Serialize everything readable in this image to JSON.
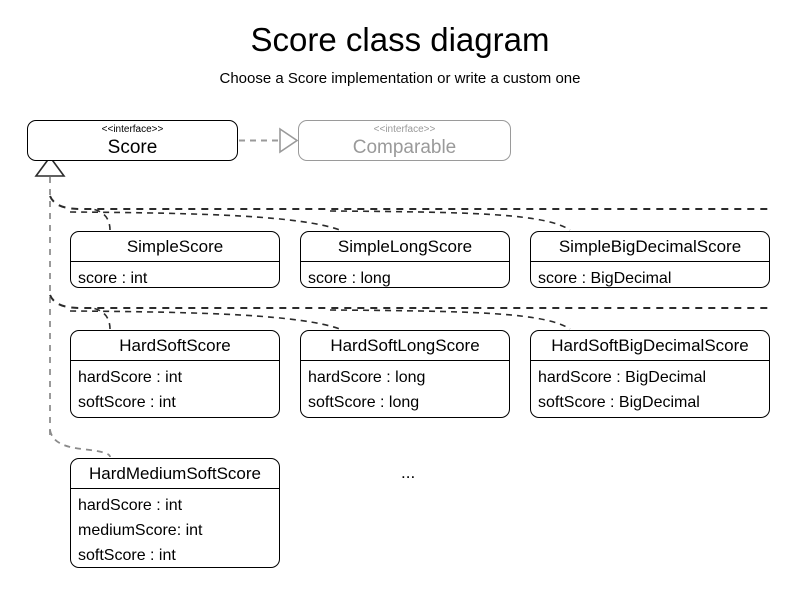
{
  "header": {
    "title": "Score class diagram",
    "subtitle": "Choose a Score implementation or write a custom one"
  },
  "colors": {
    "background": "#ffffff",
    "stroke": "#000000",
    "muted_stroke": "#9a9a9a",
    "muted_text": "#9a9a9a",
    "edge_dark": "#333333",
    "edge_light": "#9a9a9a"
  },
  "interfaces": [
    {
      "id": "score",
      "stereotype": "<<interface>>",
      "name": "Score",
      "muted": false
    },
    {
      "id": "comparable",
      "stereotype": "<<interface>>",
      "name": "Comparable",
      "muted": true
    }
  ],
  "classes": [
    {
      "id": "simple-score",
      "name": "SimpleScore",
      "attributes": [
        "score : int"
      ]
    },
    {
      "id": "simple-long-score",
      "name": "SimpleLongScore",
      "attributes": [
        "score : long"
      ]
    },
    {
      "id": "simple-big-decimal-score",
      "name": "SimpleBigDecimalScore",
      "attributes": [
        "score : BigDecimal"
      ]
    },
    {
      "id": "hard-soft-score",
      "name": "HardSoftScore",
      "attributes": [
        "hardScore : int",
        "softScore : int"
      ]
    },
    {
      "id": "hard-soft-long-score",
      "name": "HardSoftLongScore",
      "attributes": [
        "hardScore : long",
        "softScore : long"
      ]
    },
    {
      "id": "hard-soft-big-decimal-score",
      "name": "HardSoftBigDecimalScore",
      "attributes": [
        "hardScore : BigDecimal",
        "softScore : BigDecimal"
      ]
    },
    {
      "id": "hard-medium-soft-score",
      "name": "HardMediumSoftScore",
      "attributes": [
        "hardScore : int",
        "mediumScore: int",
        "softScore : int"
      ]
    }
  ],
  "annotations": {
    "more_classes": "..."
  },
  "relationships": {
    "realization": {
      "from": "Score",
      "to": "Comparable",
      "style": "dashed-hollow-triangle"
    },
    "generalization": {
      "to": "Score",
      "style": "hollow-triangle",
      "subtypes": [
        "SimpleScore",
        "SimpleLongScore",
        "SimpleBigDecimalScore",
        "HardSoftScore",
        "HardSoftLongScore",
        "HardSoftBigDecimalScore",
        "HardMediumSoftScore"
      ]
    }
  }
}
